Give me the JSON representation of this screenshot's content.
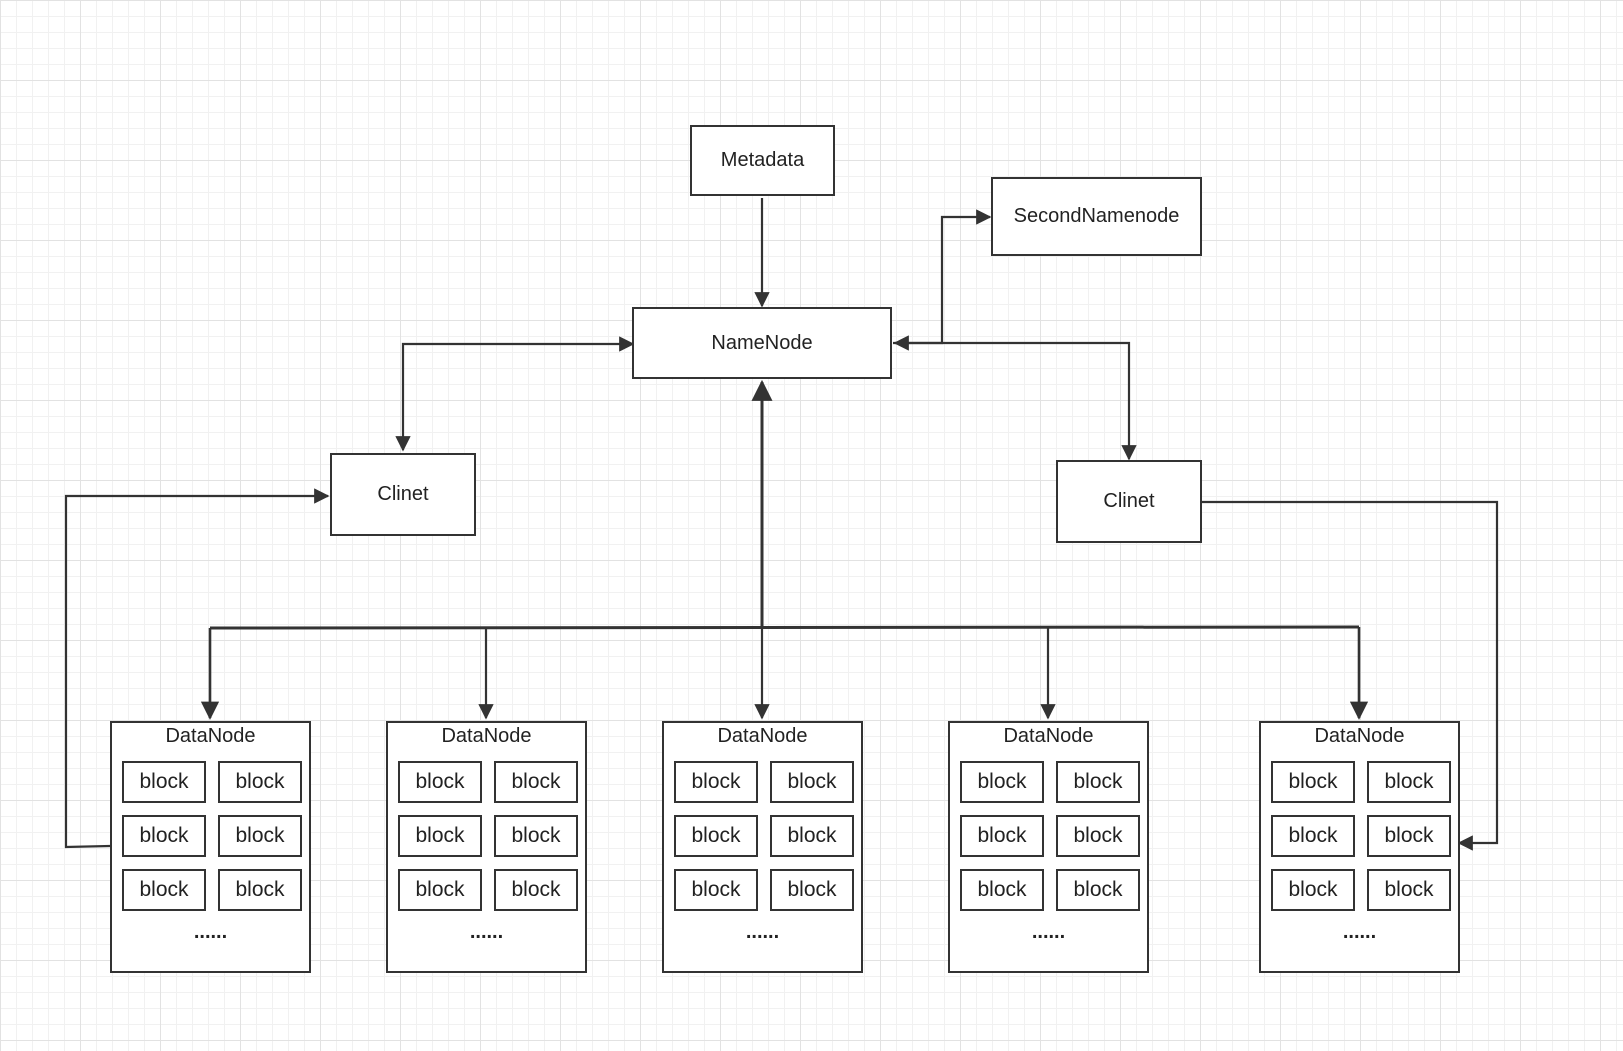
{
  "nodes": {
    "metadata": "Metadata",
    "second_namenode": "SecondNamenode",
    "namenode": "NameNode",
    "client_left": "Clinet",
    "client_right": "Clinet"
  },
  "datanodes": [
    {
      "title": "DataNode",
      "blocks": [
        "block",
        "block",
        "block",
        "block",
        "block",
        "block"
      ],
      "ellipsis": "......"
    },
    {
      "title": "DataNode",
      "blocks": [
        "block",
        "block",
        "block",
        "block",
        "block",
        "block"
      ],
      "ellipsis": "......"
    },
    {
      "title": "DataNode",
      "blocks": [
        "block",
        "block",
        "block",
        "block",
        "block",
        "block"
      ],
      "ellipsis": "......"
    },
    {
      "title": "DataNode",
      "blocks": [
        "block",
        "block",
        "block",
        "block",
        "block",
        "block"
      ],
      "ellipsis": "......"
    },
    {
      "title": "DataNode",
      "blocks": [
        "block",
        "block",
        "block",
        "block",
        "block",
        "block"
      ],
      "ellipsis": "......"
    }
  ],
  "colors": {
    "stroke": "#333333",
    "grid": "#e2e2e2",
    "background": "#ffffff"
  }
}
